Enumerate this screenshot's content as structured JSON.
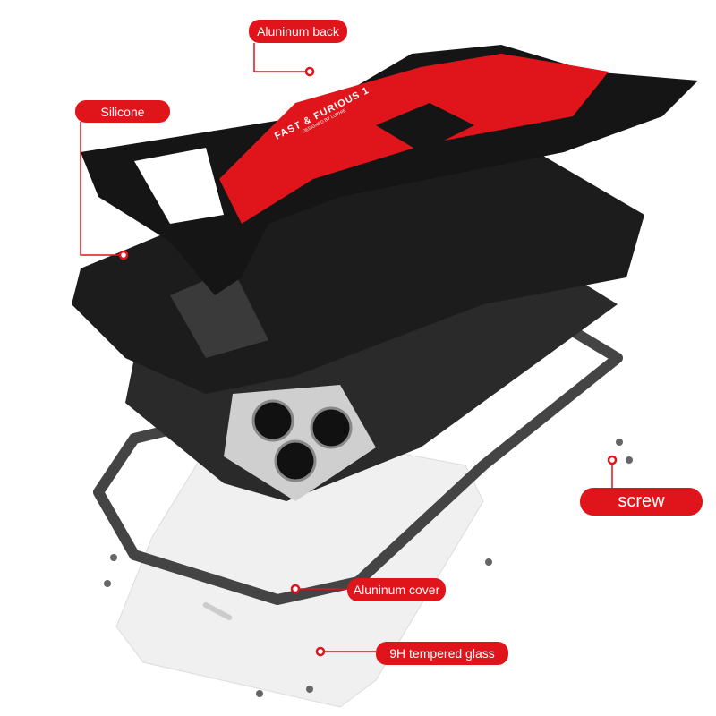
{
  "labels": {
    "aluminum_back": "Aluninum back",
    "silicone": "Silicone",
    "screw": "screw",
    "aluminum_cover": "Aluninum cover",
    "tempered_glass": "9H tempered glass"
  },
  "product_print": {
    "brand": "FAST & FURIOUS 1",
    "subtitle": "DESIGNED BY LUPHIE"
  },
  "colors": {
    "accent_red": "#e0141b",
    "case_black": "#1c1c1c",
    "frame_gray": "#4a4a4a"
  }
}
